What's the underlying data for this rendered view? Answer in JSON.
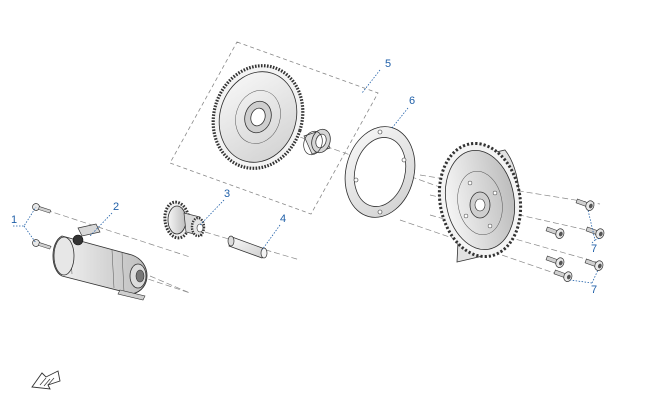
{
  "diagram": {
    "callouts": [
      {
        "id": "1",
        "text": "1"
      },
      {
        "id": "2",
        "text": "2"
      },
      {
        "id": "3",
        "text": "3"
      },
      {
        "id": "4",
        "text": "4"
      },
      {
        "id": "5",
        "text": "5"
      },
      {
        "id": "6",
        "text": "6"
      },
      {
        "id": "7a",
        "text": "7"
      },
      {
        "id": "7b",
        "text": "7"
      }
    ],
    "nav_icon": "back-arrow-icon",
    "colors": {
      "callout": "#1f5fa8",
      "line": "#2b2b2b",
      "fill": "#ededed",
      "dark": "#6a6a6a"
    }
  }
}
